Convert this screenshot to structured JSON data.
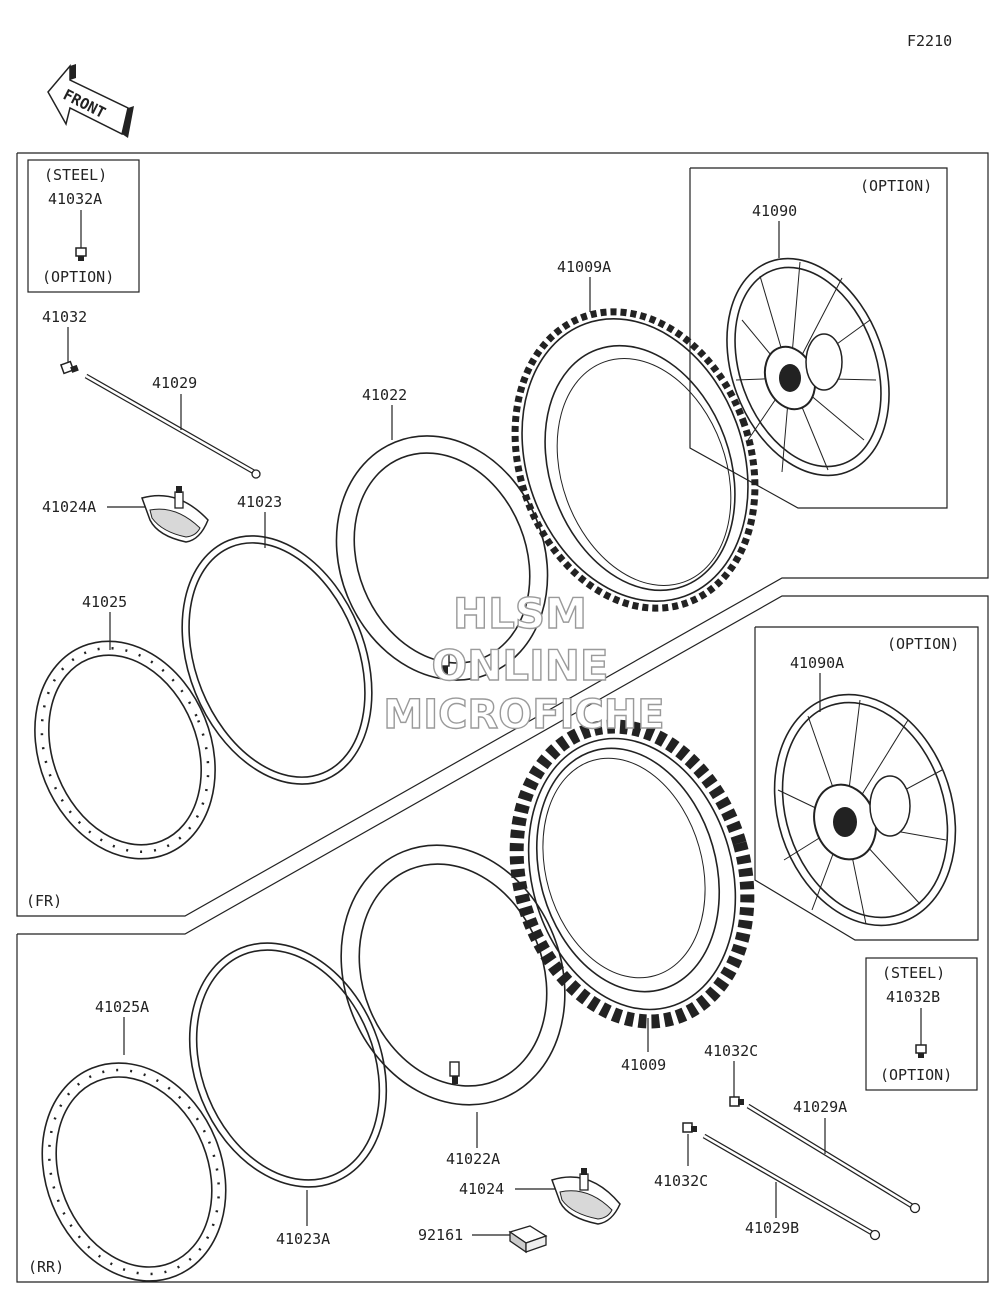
{
  "diagram_code": "F2210",
  "front_arrow_text": "FRONT",
  "section_front": "(FR)",
  "section_rear": "(RR)",
  "watermark": [
    "HLSM",
    "ONLINE",
    "MICROFICHE"
  ],
  "boxes": {
    "steel_front": {
      "title": "(STEEL)",
      "part": "41032A",
      "note": "(OPTION)"
    },
    "option_front": {
      "note": "(OPTION)"
    },
    "option_rear": {
      "note": "(OPTION)"
    },
    "steel_rear": {
      "title": "(STEEL)",
      "part": "41032B",
      "note": "(OPTION)"
    }
  },
  "parts": {
    "p41032": "41032",
    "p41029": "41029",
    "p41024A": "41024A",
    "p41023": "41023",
    "p41022": "41022",
    "p41009A": "41009A",
    "p41090": "41090",
    "p41025": "41025",
    "p41090A": "41090A",
    "p41025A": "41025A",
    "p41009": "41009",
    "p41032C_top": "41032C",
    "p41029A": "41029A",
    "p41022A": "41022A",
    "p41024": "41024",
    "p41032C_bot": "41032C",
    "p41023A": "41023A",
    "p41029B": "41029B",
    "p92161": "92161"
  }
}
